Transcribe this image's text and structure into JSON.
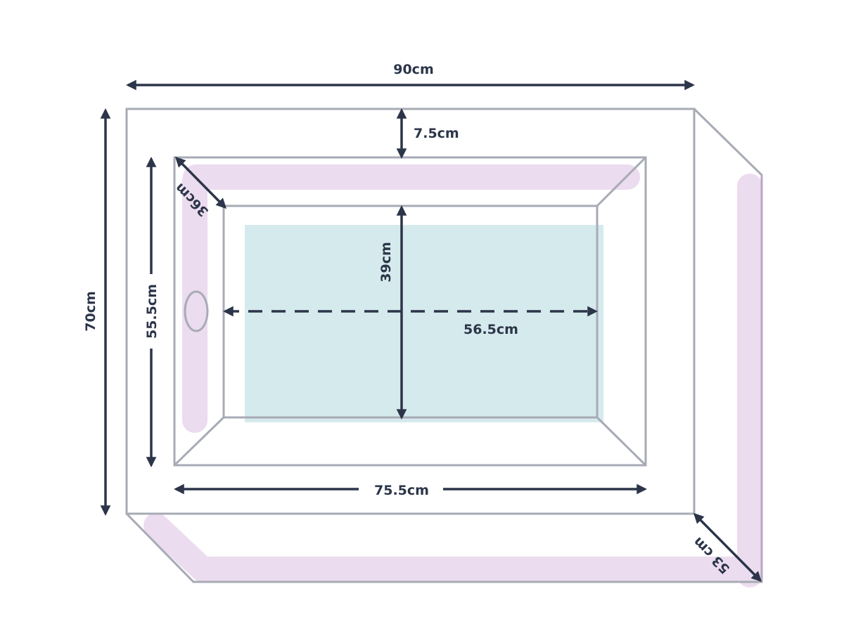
{
  "diagram": {
    "title": "Bathtub dimensions",
    "colors": {
      "dimension": "#2c3549",
      "outline": "#a7abb5",
      "highlight": "#ecdcef",
      "water": "#d5eaec"
    },
    "labels": {
      "overall_width": "90cm",
      "overall_depth": "70cm",
      "rim_width": "7.5cm",
      "tub_length": "75.5cm",
      "tub_width": "55.5cm",
      "corner_slope": "36cm",
      "inner_width": "39cm",
      "inner_length": "56.5cm",
      "side_height": "53 cm"
    }
  }
}
